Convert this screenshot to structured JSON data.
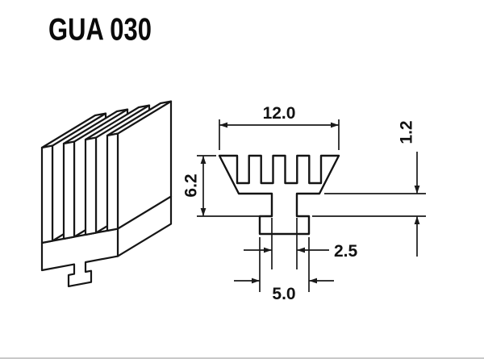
{
  "title": "GUA 030",
  "cross_section": {
    "dimensions": {
      "overall_width": "12.0",
      "overall_height": "6.2",
      "flange_step": "1.2",
      "stem_width": "2.5",
      "base_width": "5.0"
    }
  }
}
